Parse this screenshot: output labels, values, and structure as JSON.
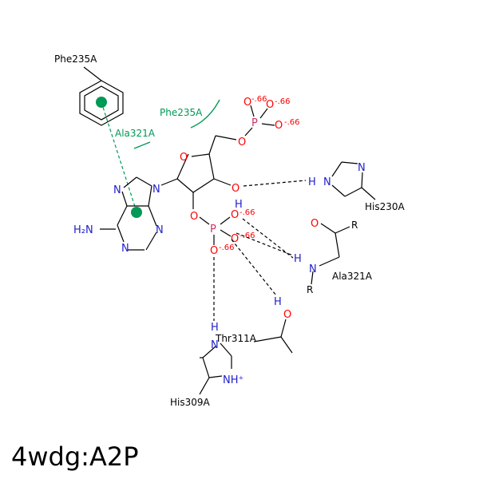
{
  "title": "4wdg:A2P",
  "residues": {
    "phe235_top": "Phe235A",
    "phe235_hydrophobic": "Phe235A",
    "ala321_hydrophobic": "Ala321A",
    "his230": "His230A",
    "ala321": "Ala321A",
    "thr311": "Thr311A",
    "his309": "His309A"
  },
  "atoms": {
    "N": "N",
    "O": "O",
    "P": "P",
    "H": "H",
    "R": "R",
    "NH2": "H₂N",
    "NHplus": "NH⁺"
  },
  "charges": {
    "c1": "-.66",
    "c2": "-.66",
    "c3": "-.66",
    "c4": "-.66",
    "c5": "-.66",
    "c6": "-.66"
  },
  "colors": {
    "hbond": "#000000",
    "hydrophobic": "#009955",
    "nitrogen": "#2020cc",
    "oxygen": "#ff0000",
    "phosphorus": "#cc3366"
  }
}
